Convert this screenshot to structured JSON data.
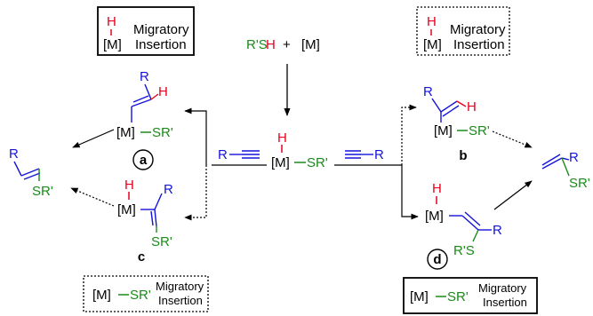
{
  "colors": {
    "hydrogen": "#e8001c",
    "sulfur": "#1a8a1a",
    "carbon": "#1414d8",
    "black": "#000000"
  },
  "boxes": {
    "top_left": {
      "h": "H",
      "m": "[M]",
      "text1": "Migratory",
      "text2": "Insertion",
      "border": "solid"
    },
    "top_right": {
      "h": "H",
      "m": "[M]",
      "text1": "Migratory",
      "text2": "Insertion",
      "border": "dotted"
    },
    "bottom_left": {
      "m": "[M]",
      "sr": "SR'",
      "text1": "Migratory",
      "text2": "Insertion",
      "border": "dotted"
    },
    "bottom_right": {
      "m": "[M]",
      "sr": "SR'",
      "text1": "Migratory",
      "text2": "Insertion",
      "border": "solid"
    }
  },
  "reagents": {
    "thiol_rs": "R'S",
    "thiol_h": "H",
    "plus": "+",
    "metal": "[M]"
  },
  "center": {
    "h": "H",
    "m": "[M]",
    "sr": "SR'"
  },
  "alkyne_left": {
    "r": "R"
  },
  "alkyne_right": {
    "r": "R"
  },
  "species": {
    "a": {
      "label": "a",
      "r": "R",
      "h": "H",
      "m": "[M]",
      "sr": "SR'"
    },
    "b": {
      "label": "b",
      "r": "R",
      "h": "H",
      "m": "[M]",
      "sr": "SR'"
    },
    "c": {
      "label": "c",
      "h": "H",
      "m": "[M]",
      "r": "R",
      "sr": "SR'"
    },
    "d": {
      "label": "d",
      "h": "H",
      "m": "[M]",
      "rs": "R'S",
      "r": "R"
    }
  },
  "products": {
    "left": {
      "r": "R",
      "sr": "SR'"
    },
    "right": {
      "r": "R",
      "sr": "SR'"
    }
  }
}
